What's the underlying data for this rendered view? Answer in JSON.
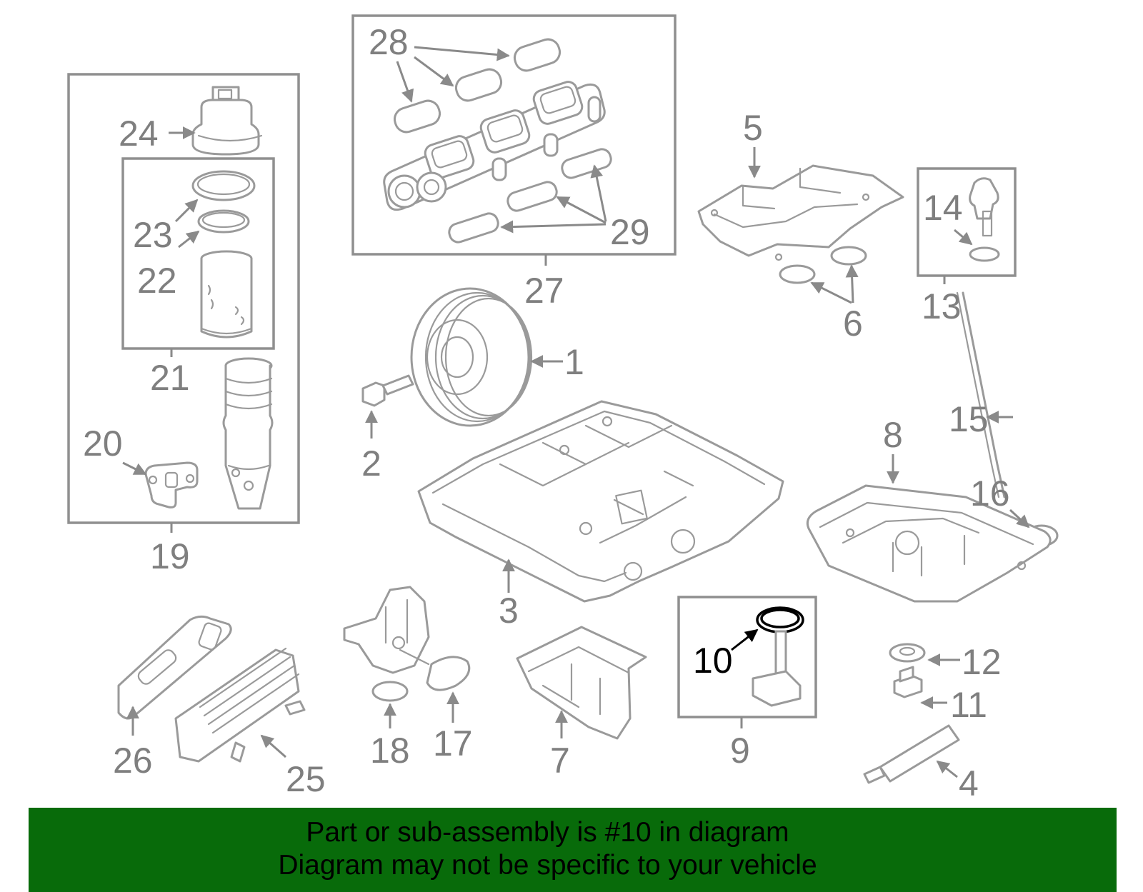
{
  "callouts": [
    "1",
    "2",
    "3",
    "4",
    "5",
    "6",
    "7",
    "8",
    "9",
    "10",
    "11",
    "12",
    "13",
    "14",
    "15",
    "16",
    "17",
    "18",
    "19",
    "20",
    "21",
    "22",
    "23",
    "24",
    "25",
    "26",
    "27",
    "28",
    "29"
  ],
  "highlighted_part": "10",
  "banner": {
    "line1": "Part or sub-assembly is #10 in diagram",
    "line2": "Diagram may not be specific to your vehicle",
    "color": "#086b0a"
  },
  "colors": {
    "line_art": "#9a9a9a",
    "callout_text": "#7f7f7f",
    "highlight": "#000000"
  }
}
